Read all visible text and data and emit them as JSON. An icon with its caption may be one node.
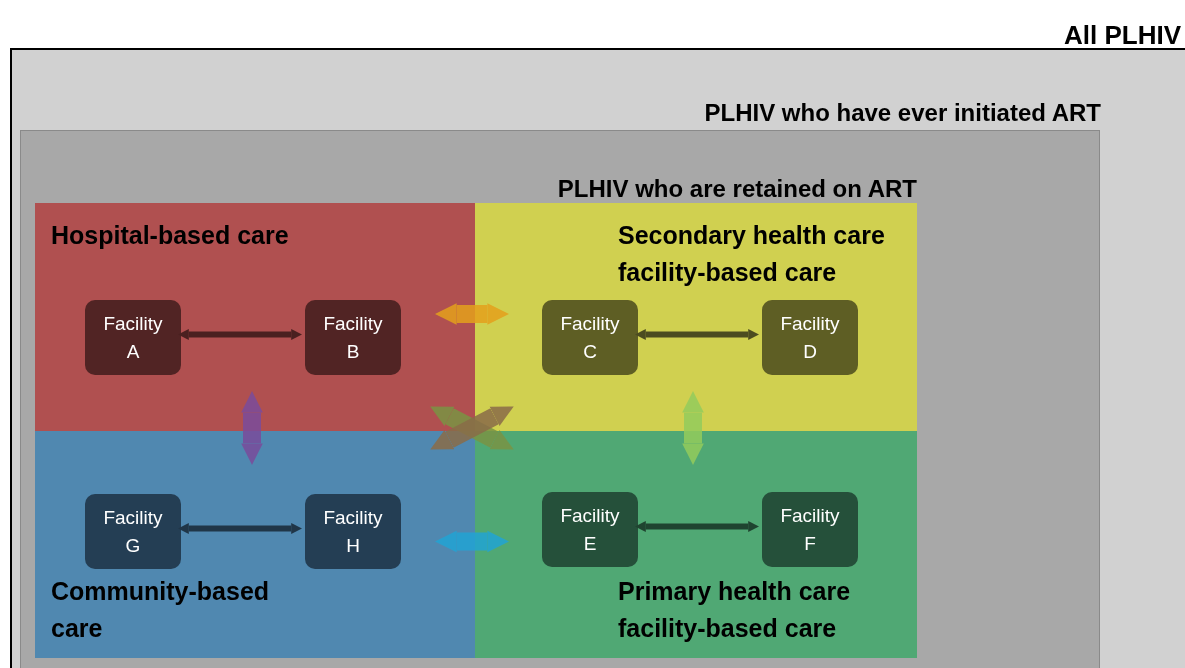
{
  "diagram": {
    "nodes": [
      {
        "text": [
          "All PLHIV"
        ]
      },
      {
        "text": [
          "PLHIV who have ever initiated ART"
        ],
        "in": 0
      },
      {
        "text": [
          "PLHIV who are retained on ART"
        ],
        "in": 1
      },
      {
        "text": [
          "Hospital-based care"
        ],
        "in": 2
      },
      {
        "text": [
          "Secondary health care facility-based care"
        ],
        "in": 2
      },
      {
        "text": [
          "Community-based care"
        ],
        "in": 2
      },
      {
        "text": [
          "Primary health care facility-based care"
        ],
        "in": 2
      },
      {
        "text": [
          "Facility A"
        ],
        "in": 3
      },
      {
        "text": [
          "Facility B"
        ],
        "in": 3
      },
      {
        "text": [
          "Facility C"
        ],
        "in": 4
      },
      {
        "text": [
          "Facility D"
        ],
        "in": 4
      },
      {
        "text": [
          "Facility G"
        ],
        "in": 5
      },
      {
        "text": [
          "Facility H"
        ],
        "in": 5
      },
      {
        "text": [
          "Facility E"
        ],
        "in": 6
      },
      {
        "text": [
          "Facility F"
        ],
        "in": 6
      }
    ],
    "edges": [
      {
        "from": 7,
        "to": 8,
        "arrow": "both",
        "color": "#4a2020"
      },
      {
        "from": 9,
        "to": 10,
        "arrow": "both",
        "color": "#4c4c20"
      },
      {
        "from": 11,
        "to": 12,
        "arrow": "both",
        "color": "#203648"
      },
      {
        "from": 13,
        "to": 14,
        "arrow": "both",
        "color": "#1f4430"
      },
      {
        "from": 3,
        "to": 4,
        "arrow": "both",
        "color": "#e4a01c"
      },
      {
        "from": 3,
        "to": 5,
        "arrow": "both",
        "color": "#7a4c9c"
      },
      {
        "from": 4,
        "to": 6,
        "arrow": "both",
        "color": "#94cc5c"
      },
      {
        "from": 5,
        "to": 6,
        "arrow": "both",
        "color": "#22a4d4"
      },
      {
        "from": 3,
        "to": 6,
        "arrow": "both",
        "color": "#7a9444"
      },
      {
        "from": 4,
        "to": 5,
        "arrow": "both",
        "color": "#8a6c48"
      }
    ]
  }
}
